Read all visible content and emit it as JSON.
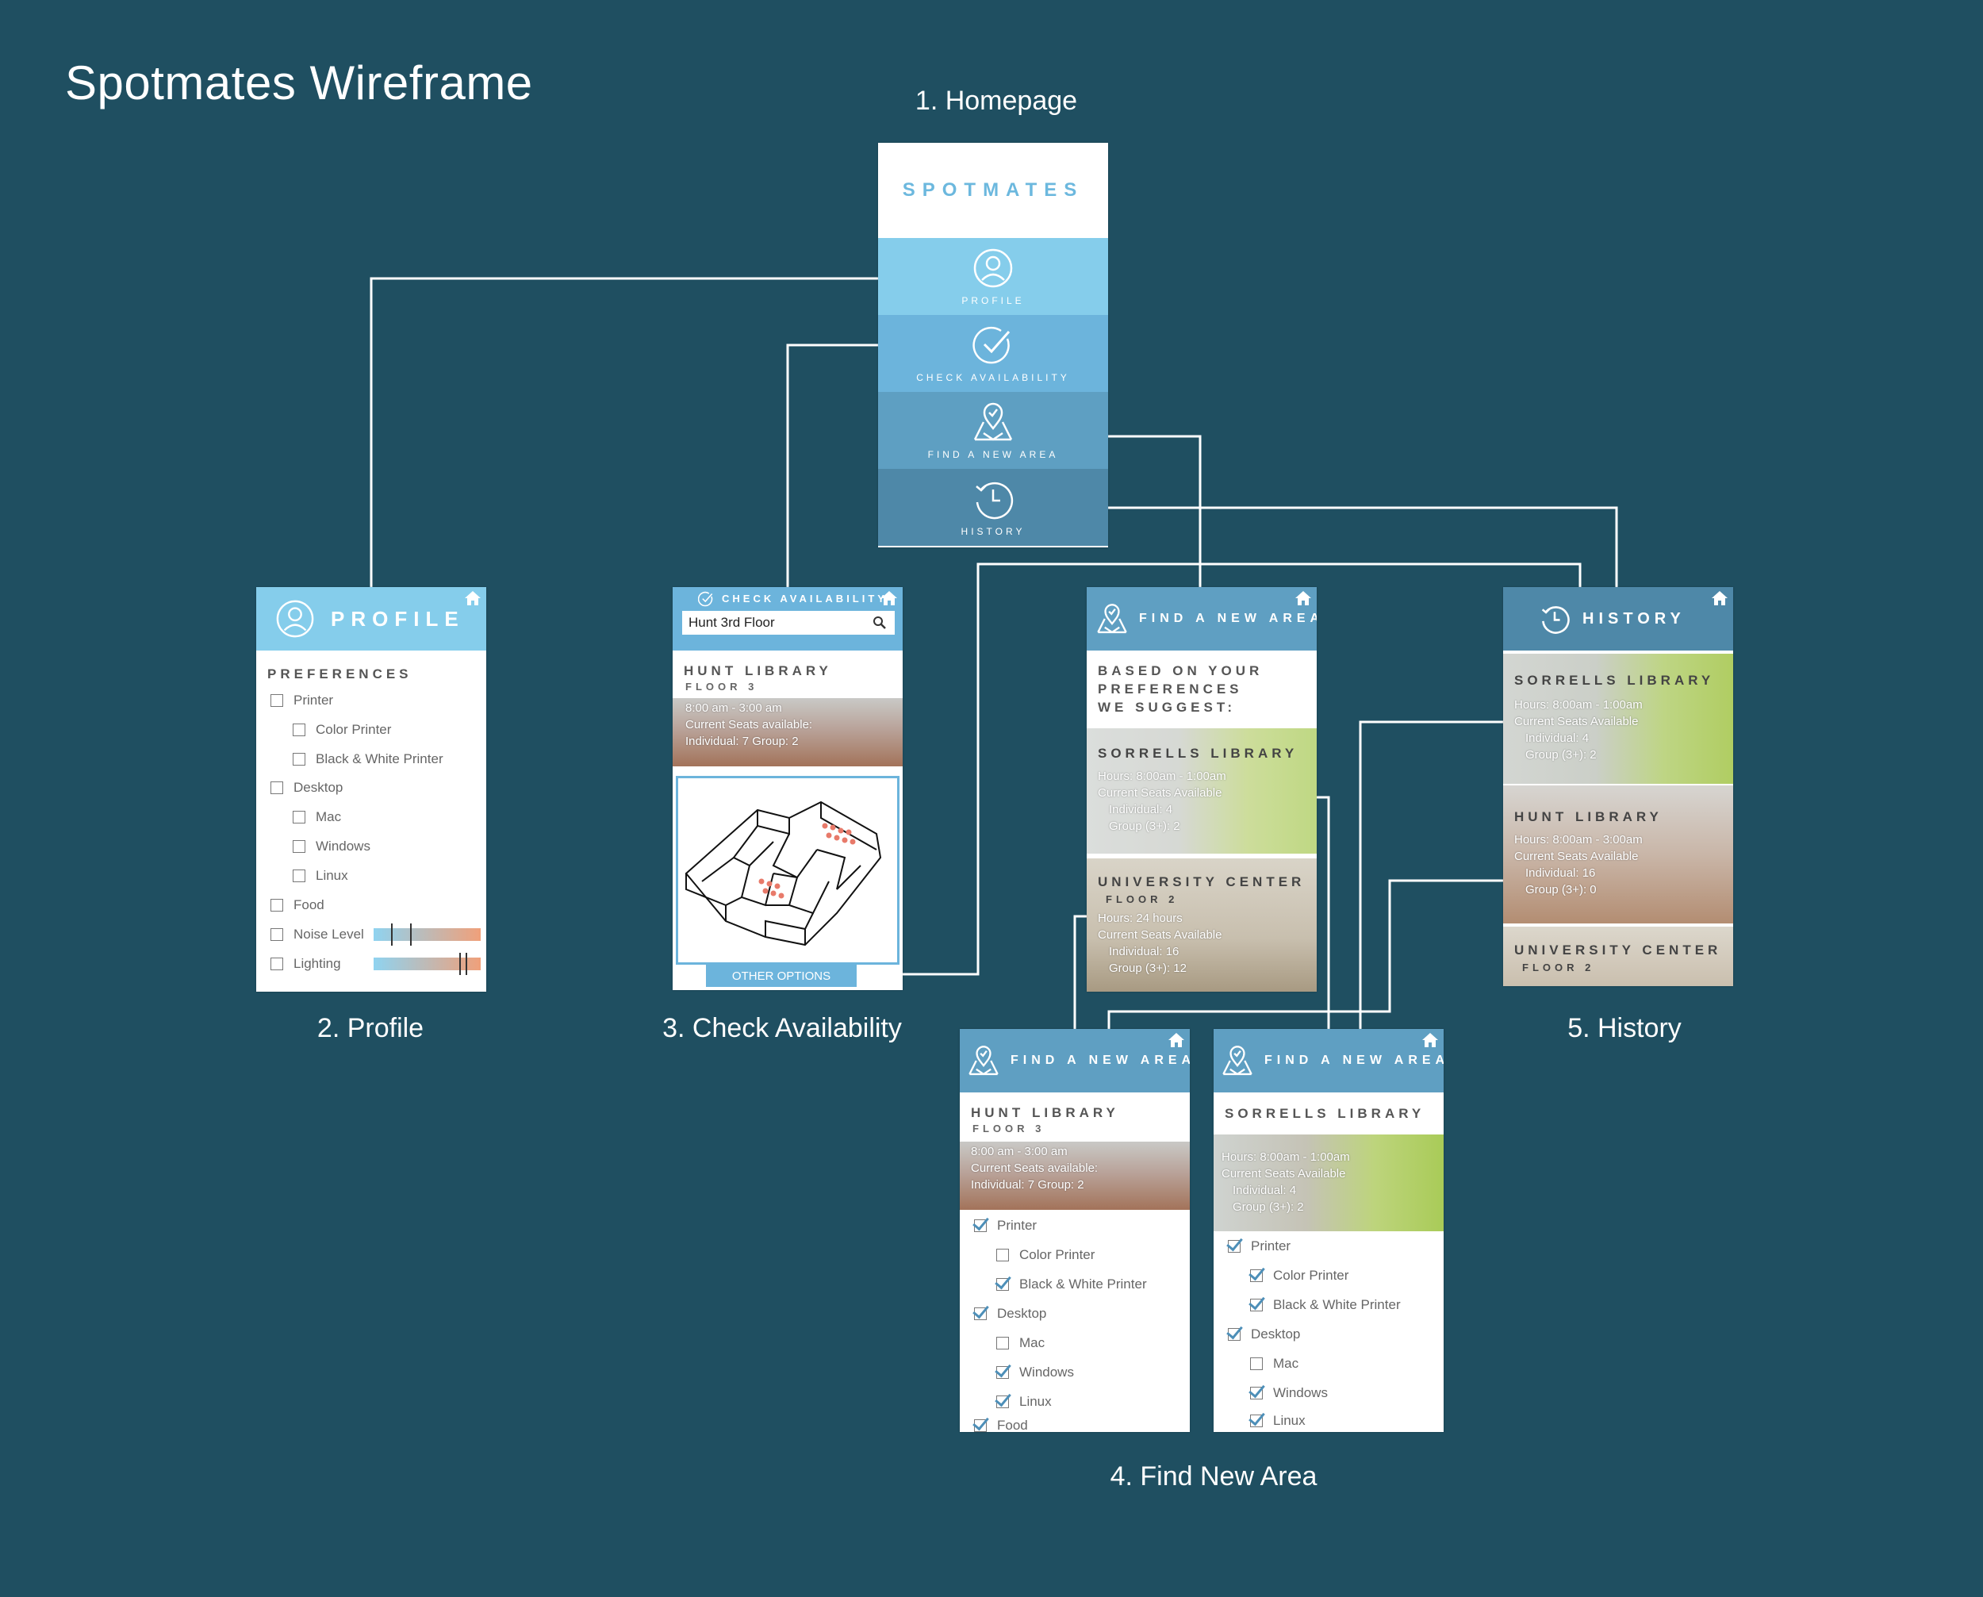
{
  "title": "Spotmates Wireframe",
  "captions": {
    "homepage": "1. Homepage",
    "profile": "2. Profile",
    "check": "3. Check Availability",
    "find": "4. Find New Area",
    "history": "5. History"
  },
  "colors": {
    "background": "#1f4f61",
    "connector": "#ffffff",
    "profile_blue": "#85c9ea",
    "check_blue": "#6cb4dc",
    "find_blue": "#5f9fc2",
    "history_blue": "#4e88a8",
    "noise_gradient": [
      "#8fd3f0",
      "#f0a07a"
    ]
  },
  "homepage": {
    "brand": "SPOTMATES",
    "menu": [
      {
        "label": "PROFILE",
        "icon": "person-icon"
      },
      {
        "label": "CHECK AVAILABILITY",
        "icon": "checkmark-circle-icon"
      },
      {
        "label": "FIND A NEW AREA",
        "icon": "map-pin-icon"
      },
      {
        "label": "HISTORY",
        "icon": "history-clock-icon"
      }
    ]
  },
  "profile": {
    "header": "PROFILE",
    "section": "PREFERENCES",
    "items": {
      "printer": "Printer",
      "color_printer": "Color Printer",
      "bw_printer": "Black & White Printer",
      "desktop": "Desktop",
      "mac": "Mac",
      "windows": "Windows",
      "linux": "Linux",
      "food": "Food",
      "noise": "Noise Level",
      "lighting": "Lighting"
    }
  },
  "check": {
    "header": "CHECK AVAILABILITY",
    "search_value": "Hunt 3rd Floor",
    "library": "HUNT LIBRARY",
    "floor": "FLOOR 3",
    "hours": "8:00 am - 3:00 am",
    "seats": "Current Seats available:",
    "counts": "Individual: 7   Group: 2",
    "other_options": "OTHER OPTIONS"
  },
  "find": {
    "header": "FIND A NEW AREA",
    "suggest": [
      "BASED ON YOUR",
      "PREFERENCES",
      "WE SUGGEST:"
    ],
    "sorrells": {
      "name": "SORRELLS LIBRARY",
      "hours": "Hours: 8:00am - 1:00am",
      "seats": "Current Seats Available",
      "individual": "Individual: 4",
      "group": "Group (3+): 2"
    },
    "uc": {
      "name": "UNIVERSITY CENTER",
      "floor": "FLOOR 2",
      "hours": "Hours: 24 hours",
      "seats": "Current Seats Available",
      "individual": "Individual: 16",
      "group": "Group (3+): 12"
    }
  },
  "detail_hunt": {
    "header": "FIND A NEW AREA",
    "name": "HUNT LIBRARY",
    "floor": "FLOOR 3",
    "hours": "8:00 am - 3:00 am",
    "seats": "Current Seats available:",
    "counts": "Individual: 7   Group: 2",
    "items": {
      "printer": "Printer",
      "color_printer": "Color Printer",
      "bw_printer": "Black & White Printer",
      "desktop": "Desktop",
      "mac": "Mac",
      "windows": "Windows",
      "linux": "Linux",
      "food": "Food"
    }
  },
  "detail_sorrells": {
    "header": "FIND A NEW AREA",
    "name": "SORRELLS LIBRARY",
    "hours": "Hours: 8:00am - 1:00am",
    "seats": "Current Seats Available",
    "individual": "Individual: 4",
    "group": "Group (3+): 2",
    "items": {
      "printer": "Printer",
      "color_printer": "Color Printer",
      "bw_printer": "Black & White Printer",
      "desktop": "Desktop",
      "mac": "Mac",
      "windows": "Windows",
      "linux": "Linux"
    }
  },
  "history": {
    "header": "HISTORY",
    "sorrells": {
      "name": "SORRELLS LIBRARY",
      "hours": "Hours: 8:00am - 1:00am",
      "seats": "Current Seats Available",
      "individual": "Individual: 4",
      "group": "Group (3+): 2"
    },
    "hunt": {
      "name": "HUNT LIBRARY",
      "hours": "Hours: 8:00am - 3:00am",
      "seats": "Current Seats Available",
      "individual": "Individual: 16",
      "group": "Group (3+): 0"
    },
    "uc": {
      "name": "UNIVERSITY CENTER",
      "floor": "FLOOR 2"
    }
  }
}
